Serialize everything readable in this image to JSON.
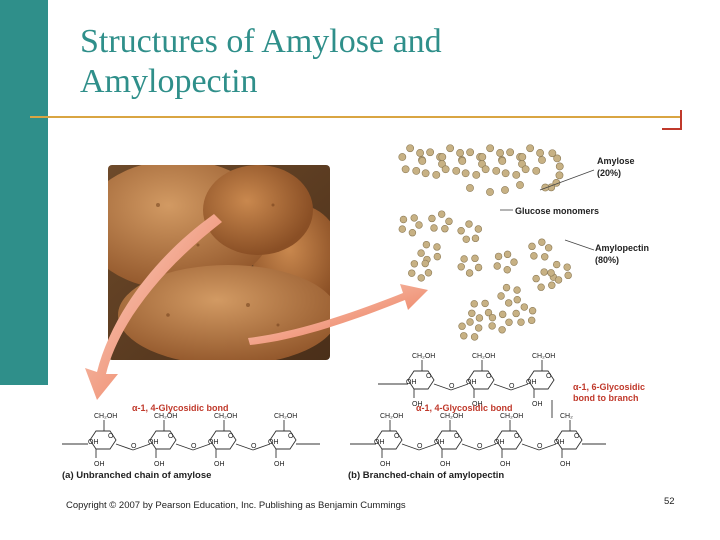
{
  "slide": {
    "title_line1": "Structures of Amylose and",
    "title_line2": "Amylopectin",
    "colors": {
      "teal": "#2f8f8a",
      "gold": "#d9a542",
      "red": "#c0392b"
    }
  },
  "figure": {
    "photo_icon": "potato-photo",
    "amylose_label": "Amylose",
    "amylose_pct": "(20%)",
    "glucose_label": "Glucose monomers",
    "amylopectin_label": "Amylopectin",
    "amylopectin_pct": "(80%)",
    "bond_a": "α-1, 4-Glycosidic bond",
    "bond_b": "α-1, 4-Glycosidic bond",
    "bond_branch_line1": "α-1, 6-Glycosidic",
    "bond_branch_line2": "bond to branch",
    "caption_a": "(a) Unbranched chain of amylose",
    "caption_b": "(b) Branched-chain of amylopectin",
    "ch2oh": "CH₂OH",
    "ch2": "CH₂",
    "oh": "OH",
    "o": "O"
  },
  "footer": {
    "copyright": "Copyright © 2007 by Pearson Education, Inc. Publishing as Benjamin Cummings",
    "page_number": "52"
  }
}
